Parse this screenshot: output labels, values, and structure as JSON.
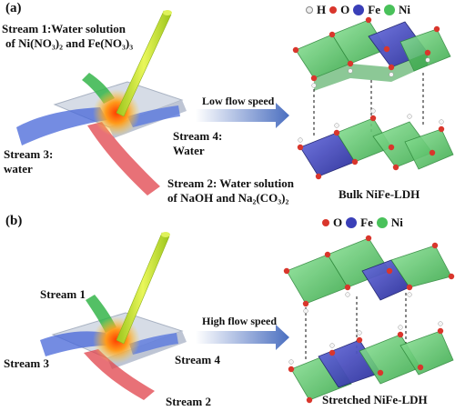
{
  "panel_a": {
    "label": "(a)",
    "stream1": [
      "Stream 1:Water solution",
      "of Ni(NO₃)₂ and Fe(NO₃)₃"
    ],
    "stream2": [
      "Stream 2: Water solution",
      "of NaOH and Na₂(CO₃)₂"
    ],
    "stream3": [
      "Stream 3:",
      "water"
    ],
    "stream4": [
      "Stream 4:",
      "Water"
    ],
    "arrow_label": "Low flow speed",
    "structure_caption": "Bulk NiFe-LDH",
    "legend": {
      "h": "H",
      "o": "O",
      "fe": "Fe",
      "ni": "Ni"
    }
  },
  "panel_b": {
    "label": "(b)",
    "stream1": "Stream 1",
    "stream2": "Stream 2",
    "stream3": "Stream 3",
    "stream4": "Stream 4",
    "arrow_label": "High flow speed",
    "structure_caption": "Stretched NiFe-LDH",
    "legend": {
      "o": "O",
      "fe": "Fe",
      "ni": "Ni"
    }
  },
  "colors": {
    "fe": "#3a3fb8",
    "ni": "#49c15a",
    "o": "#d9362c",
    "h": "#e8e8e8",
    "pipe": "#c9e63c",
    "arrow": "#4b6fc0"
  }
}
